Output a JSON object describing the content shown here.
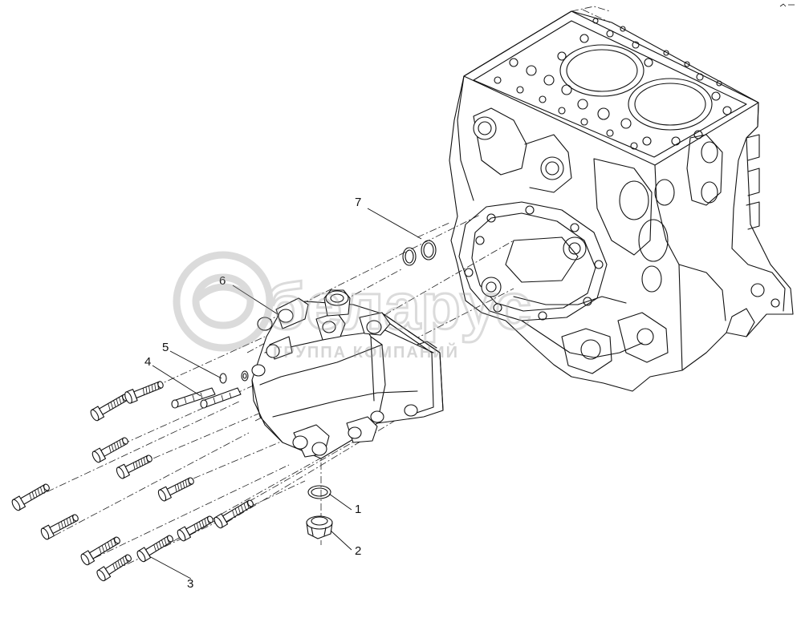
{
  "callouts": [
    {
      "id": "1",
      "label": "1"
    },
    {
      "id": "2",
      "label": "2"
    },
    {
      "id": "3",
      "label": "3"
    },
    {
      "id": "4",
      "label": "4"
    },
    {
      "id": "5",
      "label": "5"
    },
    {
      "id": "6",
      "label": "6"
    },
    {
      "id": "7",
      "label": "7"
    }
  ],
  "watermark": {
    "logo_text": "беларус",
    "subtitle": "ГРУППА КОМПАНИЙ"
  },
  "colors": {
    "line": "#111111",
    "watermark": "#c8c8c8",
    "background": "#ffffff"
  }
}
